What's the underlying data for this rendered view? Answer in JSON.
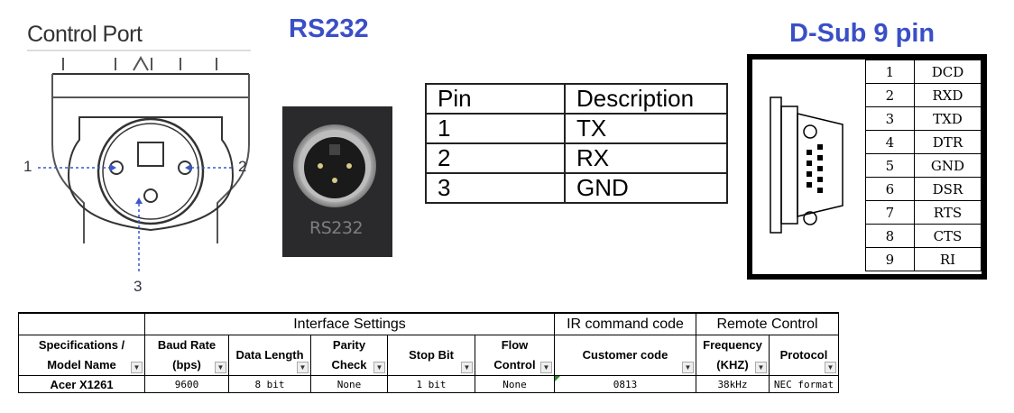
{
  "control_port": {
    "title": "Control Port",
    "pin_labels": [
      "1",
      "2",
      "3"
    ]
  },
  "rs232": {
    "title": "RS232",
    "photo_label": "RS232"
  },
  "pin_table": {
    "headers": [
      "Pin",
      "Description"
    ],
    "rows": [
      [
        "1",
        "TX"
      ],
      [
        "2",
        "RX"
      ],
      [
        "3",
        "GND"
      ]
    ]
  },
  "dsub": {
    "title": "D-Sub 9 pin",
    "pins": [
      [
        "1",
        "DCD"
      ],
      [
        "2",
        "RXD"
      ],
      [
        "3",
        "TXD"
      ],
      [
        "4",
        "DTR"
      ],
      [
        "5",
        "GND"
      ],
      [
        "6",
        "DSR"
      ],
      [
        "7",
        "RTS"
      ],
      [
        "8",
        "CTS"
      ],
      [
        "9",
        "RI"
      ]
    ]
  },
  "settings": {
    "group_headers": {
      "interface": "Interface Settings",
      "ir": "IR command code",
      "remote": "Remote Control"
    },
    "columns": {
      "spec_line1": "Specifications /",
      "spec_line2": "Model Name",
      "baud_line1": "Baud Rate",
      "baud_line2": "(bps)",
      "data_length": "Data Length",
      "parity_line1": "Parity",
      "parity_line2": "Check",
      "stop_bit": "Stop Bit",
      "flow_line1": "Flow",
      "flow_line2": "Control",
      "customer_code": "Customer code",
      "freq_line1": "Frequency",
      "freq_line2": "(KHZ)",
      "protocol": "Protocol"
    },
    "row": {
      "model": "Acer X1261",
      "baud": "9600",
      "data_length": "8 bit",
      "parity": "None",
      "stop_bit": "1 bit",
      "flow": "None",
      "customer_code": "0813",
      "frequency": "38kHz",
      "protocol": "NEC format"
    }
  }
}
